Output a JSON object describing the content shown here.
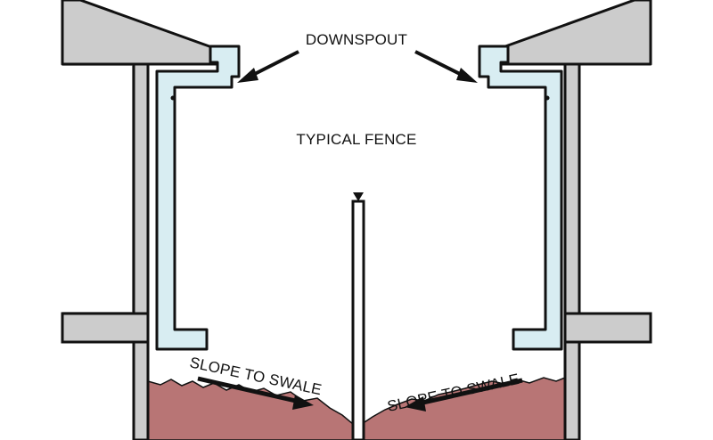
{
  "labels": {
    "downspout": "DOWNSPOUT",
    "fence": "TYPICAL FENCE",
    "slope_left": "SLOPE TO SWALE",
    "slope_right": "SLOPE TO SWALE"
  },
  "colors": {
    "building": "#cccccc",
    "downspout": "#d8edf2",
    "soil": "#b87575",
    "outline": "#111111",
    "background": "#ffffff"
  }
}
